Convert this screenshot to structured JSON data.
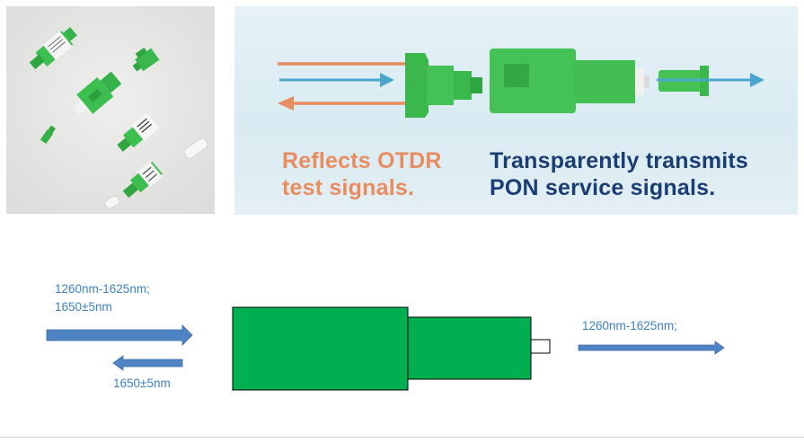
{
  "banner": {
    "reflect_text": [
      "Reflects OTDR",
      "test signals."
    ],
    "transmit_text": [
      "Transparently transmits",
      "PON service signals."
    ],
    "colors": {
      "orange": "#e98c5f",
      "blue": "#4aa6cf",
      "navy": "#1a3e73",
      "green": "#36b24a"
    }
  },
  "diagram": {
    "input_label": [
      "1260nm-1625nm;",
      "1650±5nm"
    ],
    "reflect_label": "1650±5nm",
    "output_label": "1260nm-1625nm;",
    "colors": {
      "arrow": "#4f84c4",
      "text": "#3e82c0",
      "body": "#00b050"
    }
  }
}
